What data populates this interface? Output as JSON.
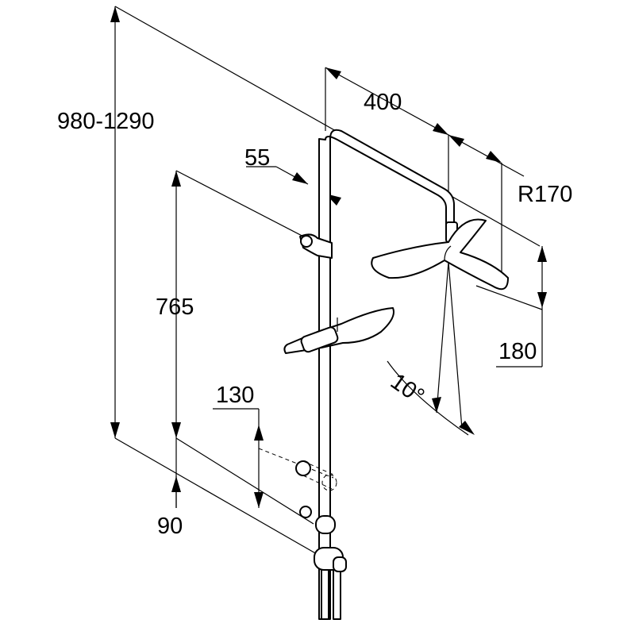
{
  "dimensions": {
    "total_height": "980-1290",
    "arm_length": "400",
    "wall_offset": "55",
    "head_radius": "R170",
    "head_depth": "180",
    "rail_length": "765",
    "tilt_angle": "10°",
    "holder_offset": "130",
    "bottom_height": "90"
  }
}
